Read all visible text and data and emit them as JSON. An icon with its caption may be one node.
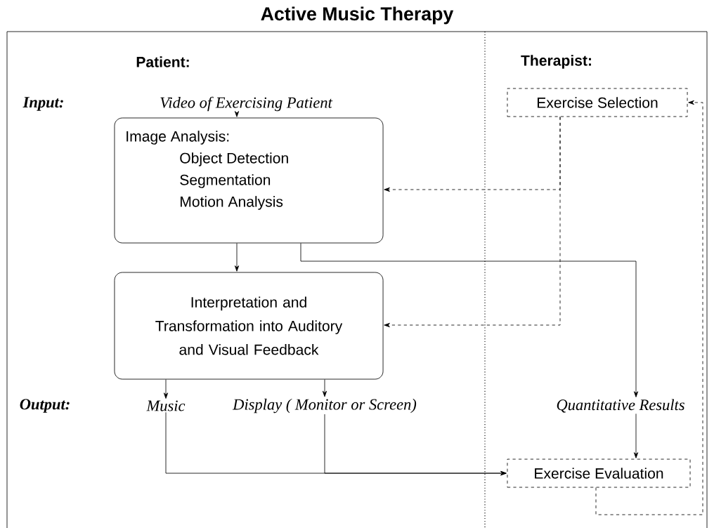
{
  "diagram": {
    "title": "Active Music Therapy",
    "nodes": [
      {
        "text": [
          "Video of Exercising Patient"
        ]
      },
      {
        "text": [
          "Image Analysis:",
          "Object Detection",
          "Segmentation",
          "Motion Analysis"
        ]
      },
      {
        "text": [
          "Interpretation and Transformation into Auditory and Visual Feedback"
        ]
      },
      {
        "text": [
          "Music"
        ]
      },
      {
        "text": [
          "Display ( Monitor or Screen)"
        ]
      },
      {
        "text": [
          "Exercise Selection"
        ]
      },
      {
        "text": [
          "Quantitative Results"
        ]
      },
      {
        "text": [
          "Exercise Evaluation"
        ]
      }
    ],
    "edges": [
      {
        "from": 0,
        "to": 1,
        "arrow": "to"
      },
      {
        "from": 1,
        "to": 2,
        "arrow": "to"
      },
      {
        "from": 2,
        "to": 3,
        "arrow": "to"
      },
      {
        "from": 2,
        "to": 4,
        "arrow": "to"
      },
      {
        "from": 1,
        "to": 6,
        "arrow": "to"
      },
      {
        "from": 5,
        "to": 1,
        "arrow": "to",
        "style": "dashed"
      },
      {
        "from": 5,
        "to": 2,
        "arrow": "to",
        "style": "dashed"
      },
      {
        "from": 6,
        "to": 7,
        "arrow": "to"
      },
      {
        "from": 3,
        "to": 7,
        "arrow": "to"
      },
      {
        "from": 4,
        "to": 7,
        "arrow": "to"
      },
      {
        "from": 7,
        "to": 5,
        "arrow": "to",
        "style": "dashed"
      }
    ],
    "labels": [
      "Patient:",
      "Therapist:",
      "Input:",
      "Output:"
    ]
  }
}
